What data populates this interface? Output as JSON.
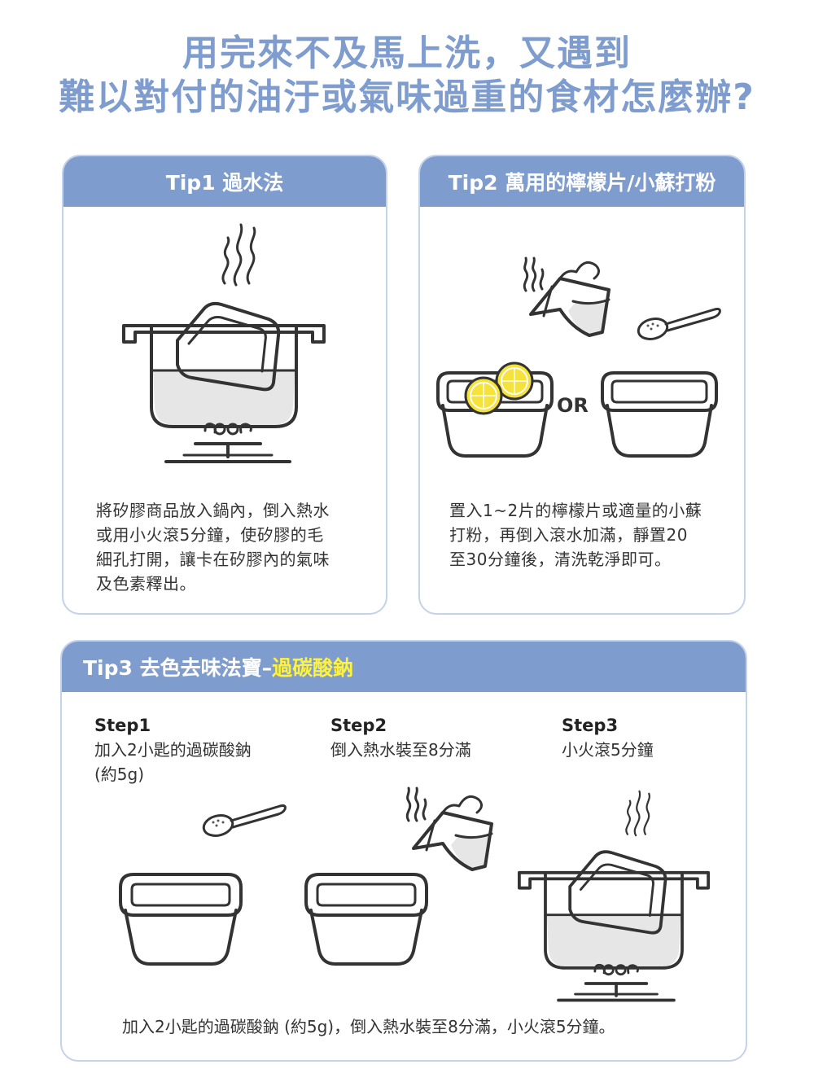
{
  "header": {
    "line1": "用完來不及馬上洗，又遇到",
    "line2": "難以對付的油汙或氣味過重的食材怎麼辦?"
  },
  "tip1": {
    "title": "Tip1 過水法",
    "lines": [
      "將矽膠商品放入鍋內，倒入熱水",
      "或用小火滾5分鐘，使矽膠的毛",
      "細孔打開，讓卡在矽膠內的氣味",
      "及色素釋出。"
    ]
  },
  "tip2": {
    "title": "Tip2 萬用的檸檬片/小蘇打粉",
    "or_label": "OR",
    "lines": [
      "置入1~2片的檸檬片或適量的小蘇",
      "打粉，再倒入滾水加滿，靜置20",
      "至30分鐘後，清洗乾淨即可。"
    ]
  },
  "tip3": {
    "title_prefix": "Tip3 去色去味法寶–",
    "title_highlight": "過碳酸鈉",
    "steps": [
      {
        "title": "Step1",
        "lines": [
          "加入2小匙的過碳酸鈉",
          "(約5g)"
        ]
      },
      {
        "title": "Step2",
        "lines": [
          "倒入熱水裝至8分滿"
        ]
      },
      {
        "title": "Step3",
        "lines": [
          "小火滾5分鐘"
        ]
      }
    ],
    "summary": "加入2小匙的過碳酸鈉 (約5g)，倒入熱水裝至8分滿，小火滾5分鐘。"
  },
  "colors": {
    "accent": "#7e9ccd",
    "card_border": "#c4d2ea",
    "highlight": "#fff23b",
    "lemon": "#f5e23a",
    "water": "#e6e6e6"
  },
  "icons": [
    "steam-icon",
    "pot-icon",
    "stove-icon",
    "pitcher-icon",
    "spoon-icon",
    "container-icon",
    "lemon-icon"
  ]
}
